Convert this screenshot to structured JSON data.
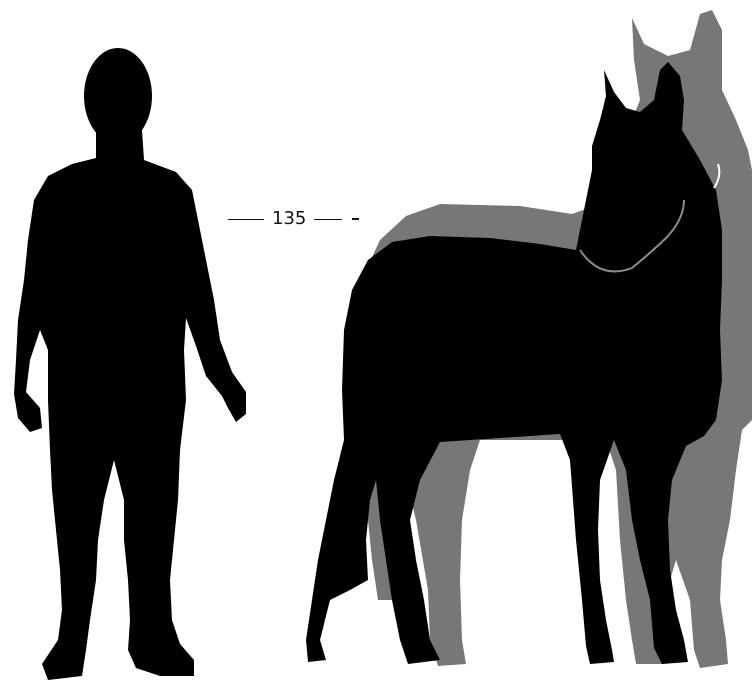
{
  "diagram": {
    "measurement_label": "135",
    "figures": [
      {
        "name": "human-silhouette",
        "color": "#000000"
      },
      {
        "name": "horse-shadow-silhouette",
        "color": "#7a7a7a"
      },
      {
        "name": "horse-silhouette",
        "color": "#000000"
      }
    ]
  }
}
